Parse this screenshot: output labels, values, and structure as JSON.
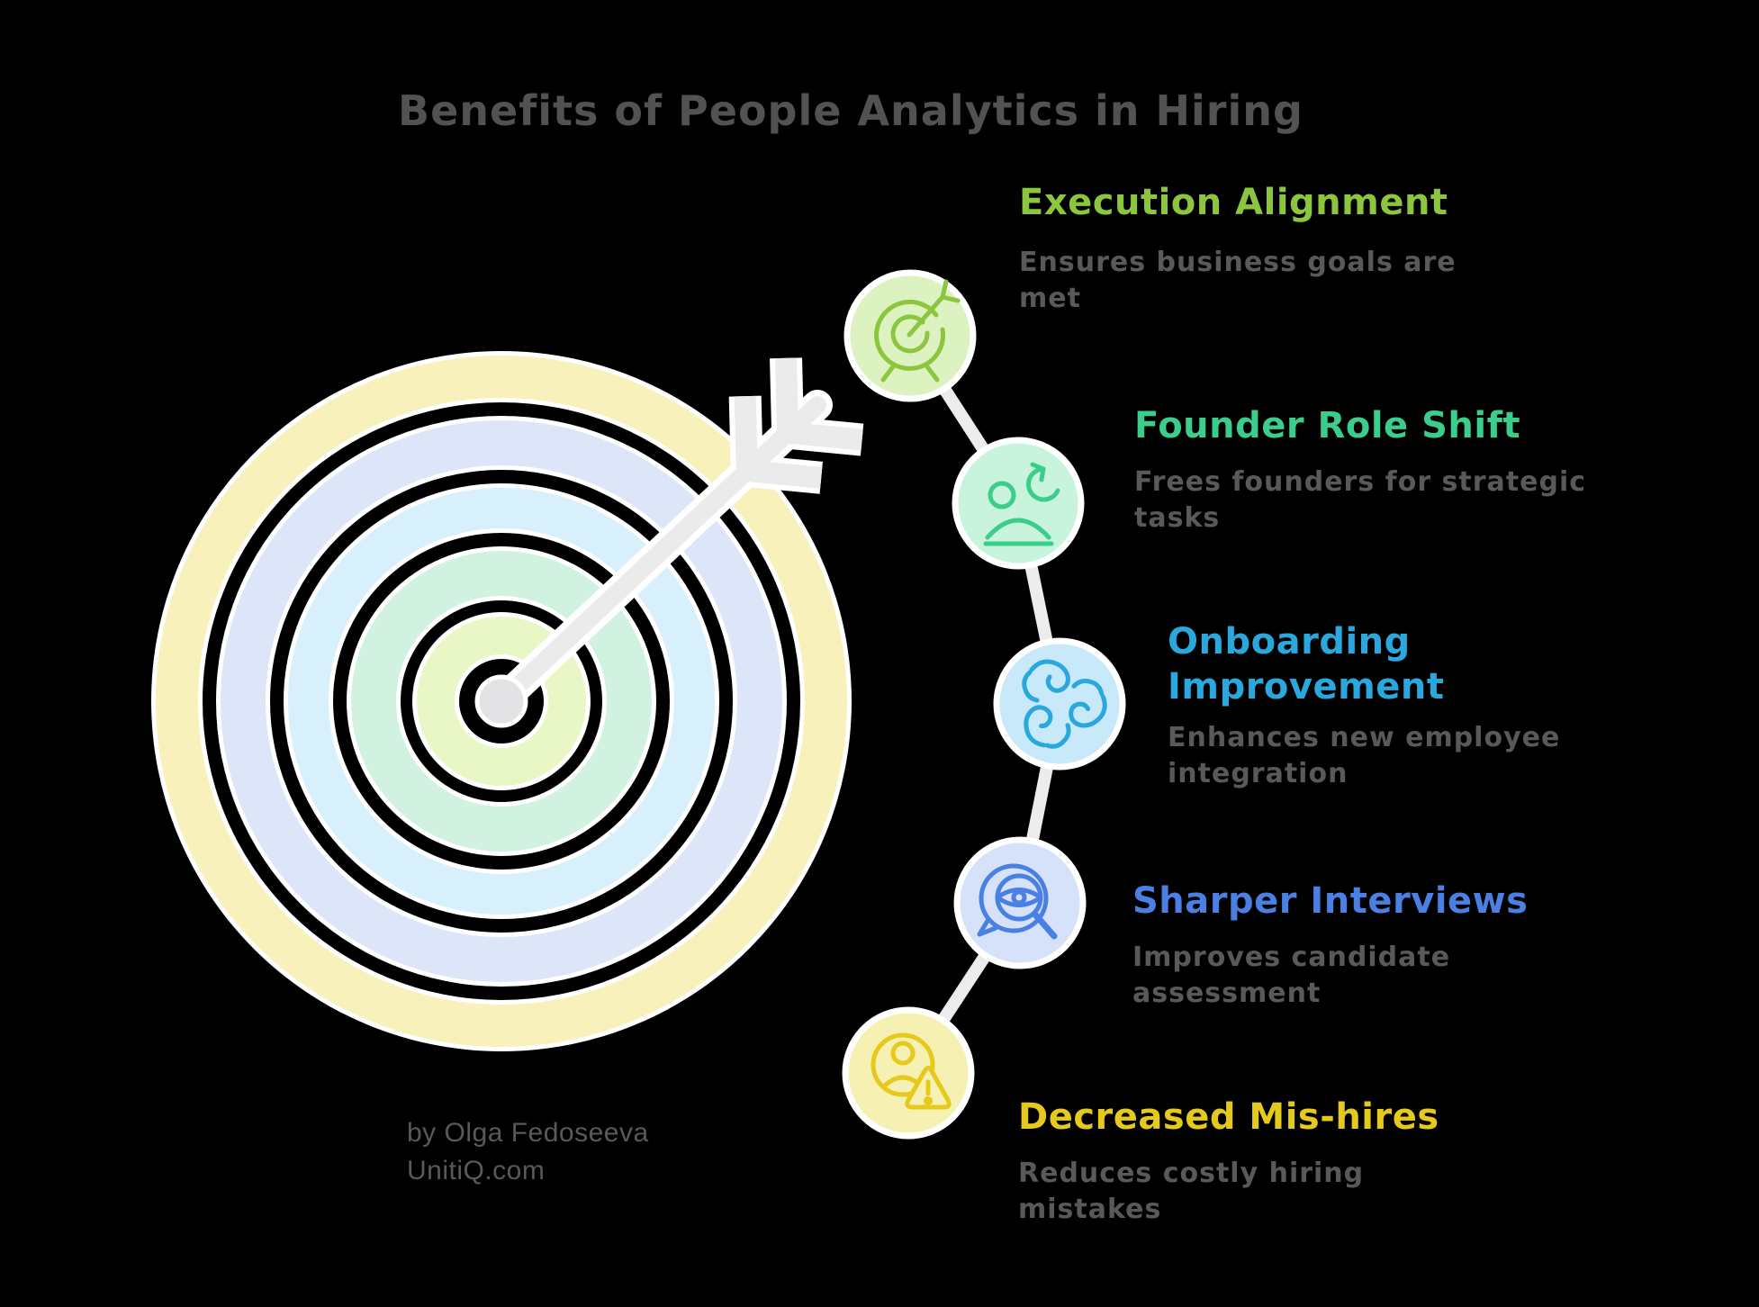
{
  "title": "Benefits of People Analytics in Hiring",
  "byline": {
    "line1": "by Olga Fedoseeva",
    "line2": "UnitiQ.com"
  },
  "colors": {
    "background": "#000000",
    "title": "#515254",
    "text": "#58595b",
    "connector": "#ececec"
  },
  "items": [
    {
      "title": "Execution Alignment",
      "description": "Ensures business goals are met",
      "accent": "#8cc63e",
      "badge_fill": "#ddf2c1",
      "icon": "target-dart-icon"
    },
    {
      "title": "Founder Role Shift",
      "description": "Frees founders for strategic tasks",
      "accent": "#3bcd8c",
      "badge_fill": "#c8f3dc",
      "icon": "person-refresh-icon"
    },
    {
      "title": "Onboarding Improvement",
      "description": "Enhances new employee integration",
      "accent": "#2aa7dd",
      "badge_fill": "#c8e9f9",
      "icon": "hands-together-icon"
    },
    {
      "title": "Sharper Interviews",
      "description": "Improves candidate assessment",
      "accent": "#4a80e3",
      "badge_fill": "#d5e2fa",
      "icon": "eye-magnifier-icon"
    },
    {
      "title": "Decreased Mis-hires",
      "description": "Reduces costly hiring mistakes",
      "accent": "#e5c91c",
      "badge_fill": "#f7f0b3",
      "icon": "person-warning-icon"
    }
  ],
  "target": {
    "rings": [
      "#f8f1bb",
      "#dde6f8",
      "#d8effc",
      "#d2f2e1",
      "#e9f7c7"
    ],
    "arrow_color": "#ebebec",
    "dot_color": "#e3e3e5"
  }
}
